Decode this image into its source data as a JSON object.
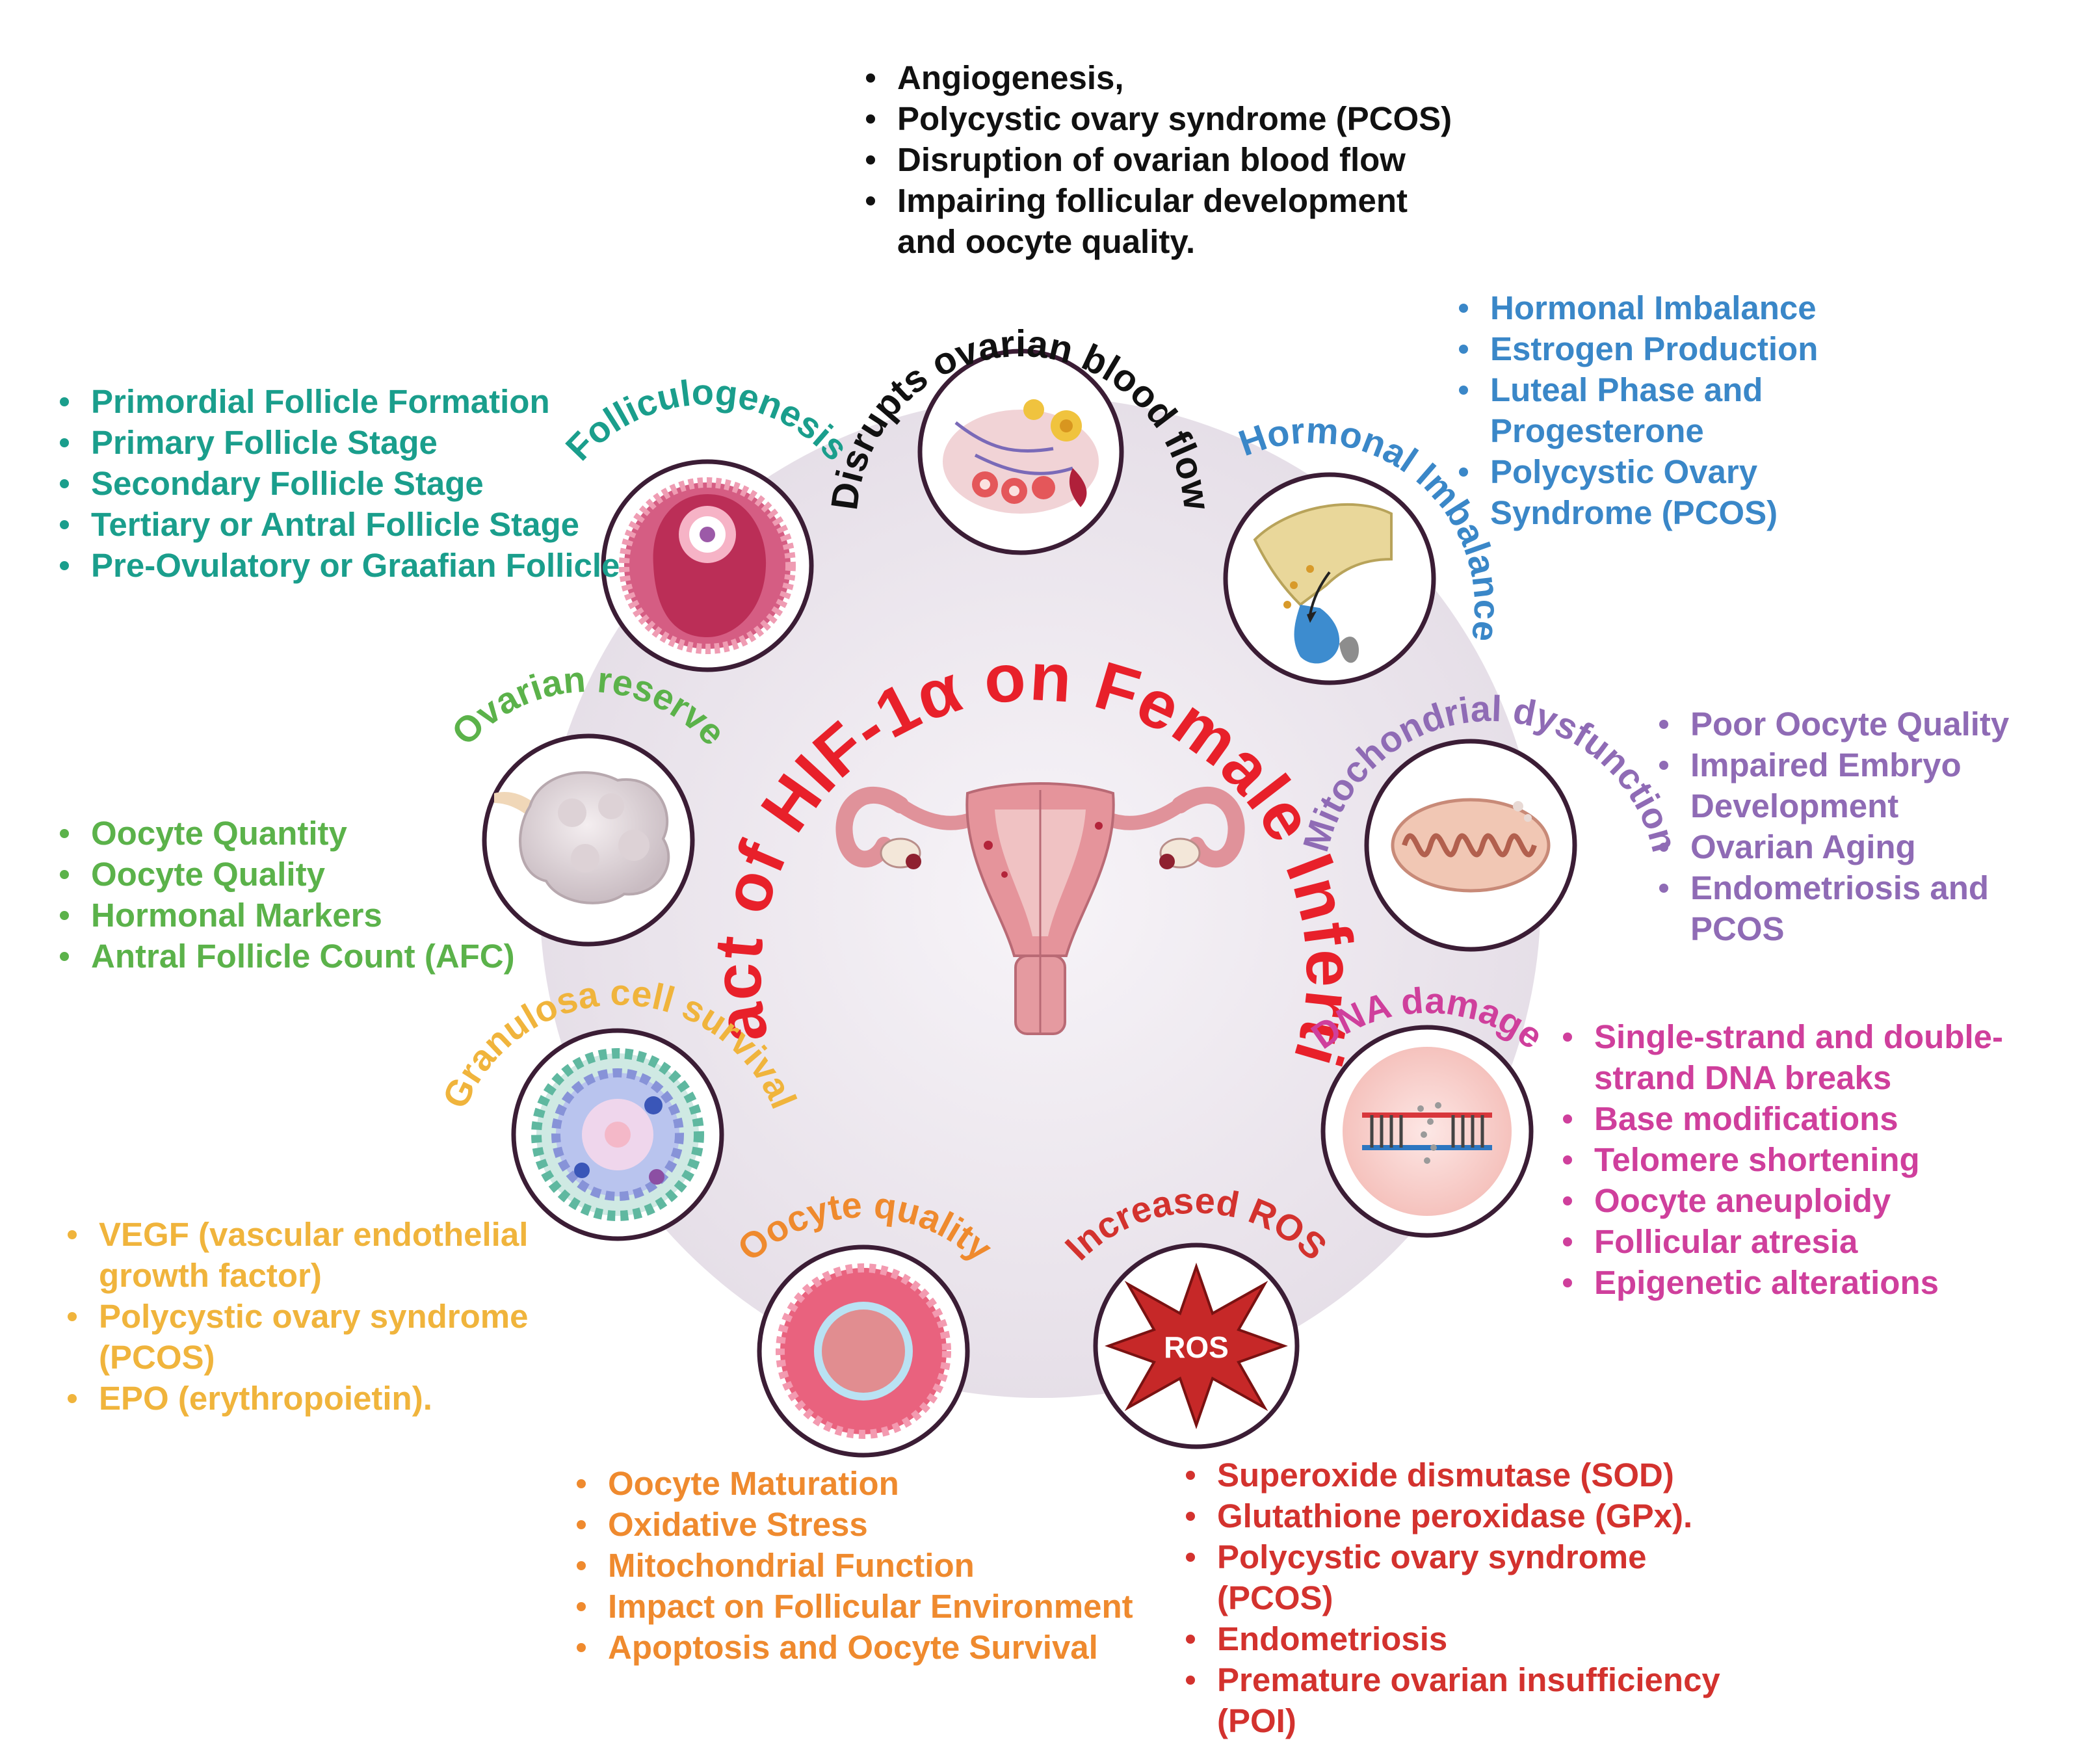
{
  "title": "Impact of HIF-1α on Female Infertility",
  "colors": {
    "teal": "#1a9e8c",
    "blue": "#3a87c8",
    "purple": "#8f6bb5",
    "green": "#5bb24a",
    "yellow": "#f0b43c",
    "orange": "#ef8a2e",
    "magenta": "#cf3f9c",
    "red": "#d3322e",
    "black": "#111111",
    "title_red": "#e8202a"
  },
  "nodes": {
    "blood_flow": {
      "label": "Disrupts ovarian blood flow",
      "icon": "ovary-blood-vessels-icon",
      "items": [
        "Angiogenesis,",
        "Polycystic ovary syndrome (PCOS)",
        "Disruption of ovarian blood flow",
        "Impairing follicular development and oocyte quality."
      ]
    },
    "hormonal": {
      "label": "Hormonal Imbalance",
      "icon": "pituitary-gland-icon",
      "items": [
        "Hormonal Imbalance",
        "Estrogen Production",
        "Luteal Phase and Progesterone",
        "Polycystic Ovary Syndrome (PCOS)"
      ]
    },
    "mito": {
      "label": "Mitochondrial dysfunction",
      "icon": "mitochondrion-icon",
      "items": [
        "Poor Oocyte Quality",
        "Impaired Embryo Development",
        "Ovarian Aging",
        "Endometriosis and PCOS"
      ]
    },
    "dna": {
      "label": "DNA damage",
      "icon": "dna-strand-icon",
      "items": [
        "Single-strand and double-strand DNA breaks",
        "Base modifications",
        "Telomere shortening",
        "Oocyte aneuploidy",
        "Follicular atresia",
        "Epigenetic alterations"
      ]
    },
    "ros": {
      "label": "Increased ROS",
      "icon": "ros-burst-icon",
      "badge": "ROS",
      "items": [
        "Superoxide dismutase (SOD)",
        "Glutathione peroxidase (GPx).",
        "Polycystic ovary syndrome (PCOS)",
        "Endometriosis",
        "Premature ovarian insufficiency (POI)"
      ]
    },
    "oocyte": {
      "label": "Oocyte quality",
      "icon": "oocyte-icon",
      "items": [
        "Oocyte Maturation",
        "Oxidative Stress",
        "Mitochondrial Function",
        "Impact on Follicular Environment",
        "Apoptosis and Oocyte Survival"
      ]
    },
    "granulosa": {
      "label": "Granulosa cell survival",
      "icon": "granulosa-cells-icon",
      "items": [
        "VEGF (vascular endothelial growth factor)",
        "Polycystic ovary syndrome (PCOS)",
        "EPO (erythropoietin)."
      ]
    },
    "reserve": {
      "label": "Ovarian reserve",
      "icon": "ovary-icon",
      "items": [
        "Oocyte Quantity",
        "Oocyte Quality",
        "Hormonal Markers",
        "Antral Follicle Count (AFC)"
      ]
    },
    "follicle": {
      "label": "Folliculogenesis",
      "icon": "follicle-icon",
      "items": [
        "Primordial Follicle Formation",
        "Primary Follicle Stage",
        "Secondary Follicle Stage",
        "Tertiary or Antral Follicle Stage",
        "Pre-Ovulatory or Graafian Follicle"
      ]
    }
  }
}
